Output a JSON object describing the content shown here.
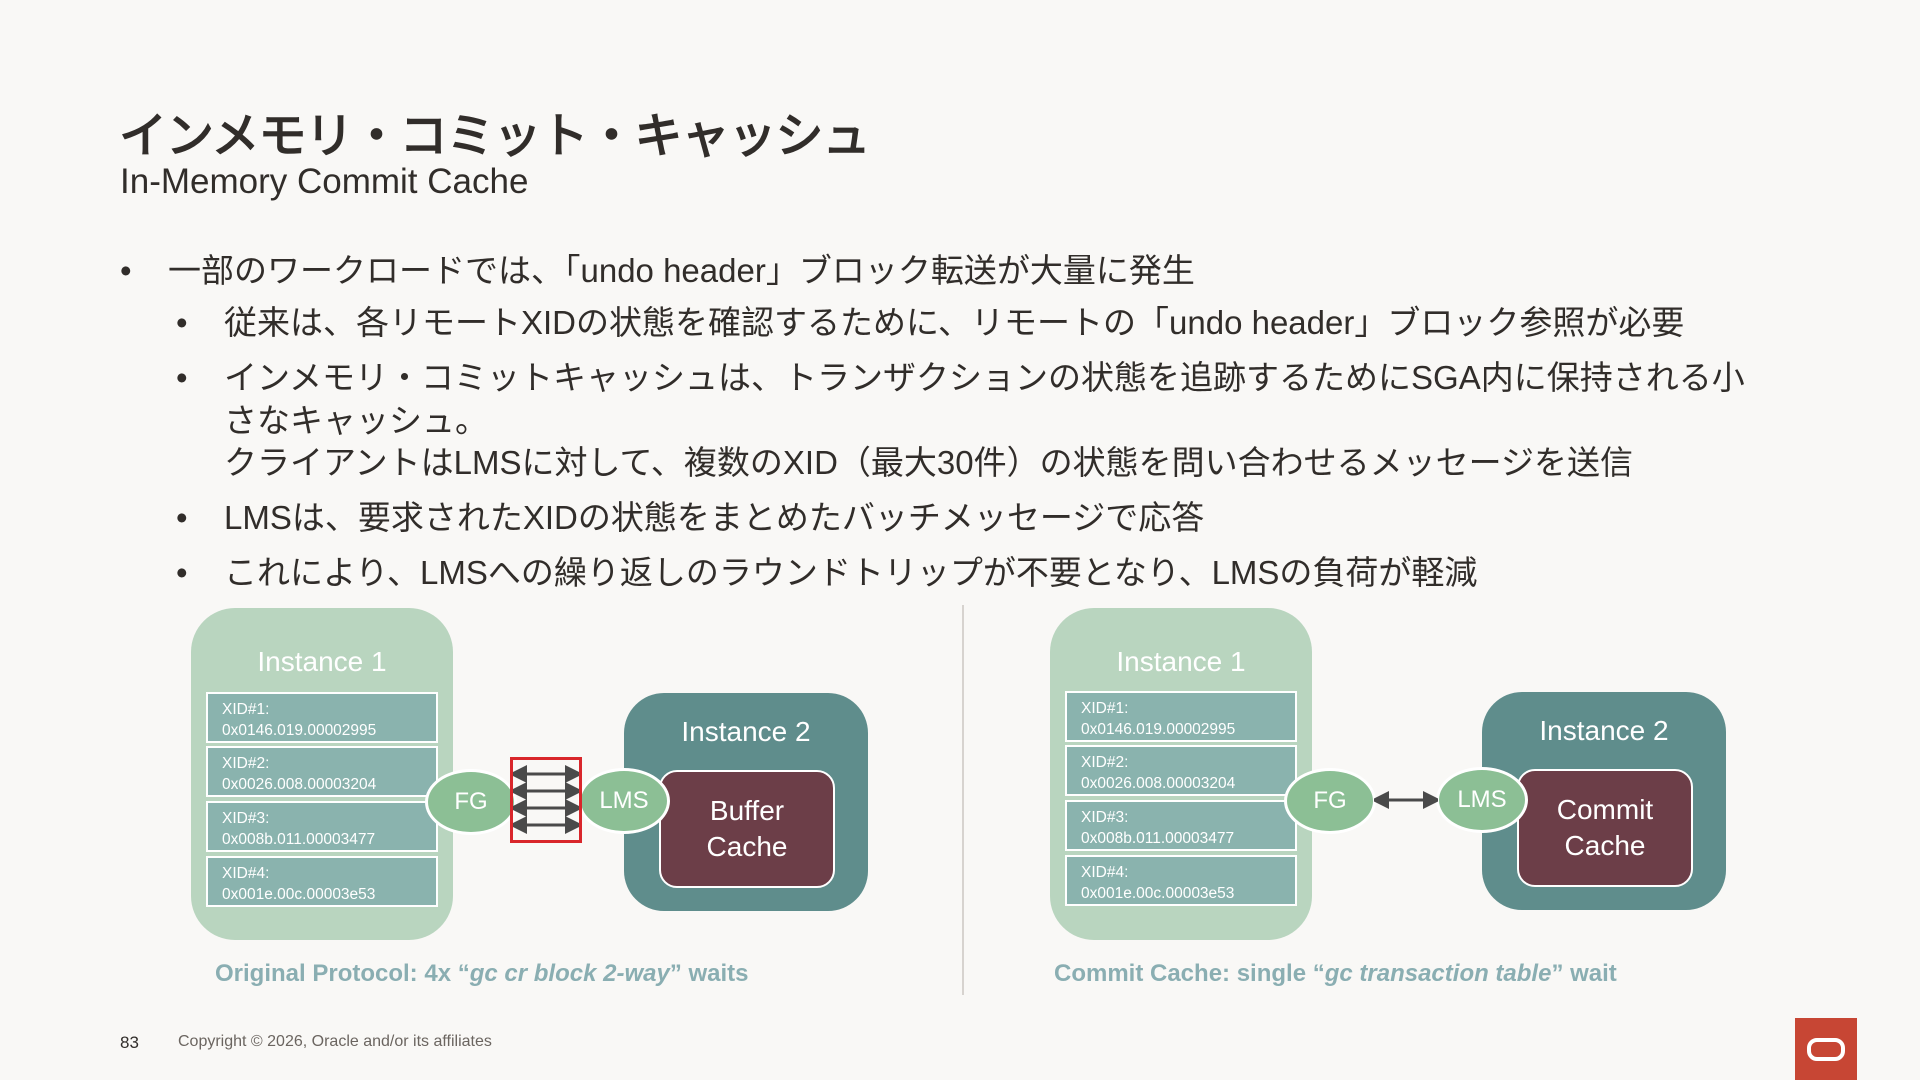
{
  "title": "インメモリ・コミット・キャッシュ",
  "subtitle": "In-Memory Commit Cache",
  "bullets": {
    "main": "一部のワークロードでは、「undo header」ブロック転送が大量に発生",
    "subs": [
      [
        "従来は、各リモートXIDの状態を確認するために、リモートの「undo header」ブロック参照が必要"
      ],
      [
        "インメモリ・コミットキャッシュは、トランザクションの状態を追跡するためにSGA内に保持される小さなキャッシュ。",
        "クライアントはLMSに対して、複数のXID（最大30件）の状態を問い合わせるメッセージを送信"
      ],
      [
        "LMSは、要求されたXIDの状態をまとめたバッチメッセージで応答"
      ],
      [
        "これにより、LMSへの繰り返しのラウンドトリップが不要となり、LMSの負荷が軽減"
      ]
    ]
  },
  "bullet_char": "•",
  "diagrams": [
    {
      "instance1": "Instance 1",
      "xids": [
        {
          "label": "XID#1:",
          "value": "0x0146.019.00002995"
        },
        {
          "label": "XID#2:",
          "value": "0x0026.008.00003204"
        },
        {
          "label": "XID#3:",
          "value": "0x008b.011.00003477"
        },
        {
          "label": "XID#4:",
          "value": "0x001e.00c.00003e53"
        }
      ],
      "fg": "FG",
      "lms": "LMS",
      "instance2": "Instance 2",
      "cache_line1": "Buffer",
      "cache_line2": "Cache",
      "caption_pre": "Original Protocol: 4x “",
      "caption_em": "gc cr block 2-way",
      "caption_post": "” waits"
    },
    {
      "instance1": "Instance 1",
      "xids": [
        {
          "label": "XID#1:",
          "value": "0x0146.019.00002995"
        },
        {
          "label": "XID#2:",
          "value": "0x0026.008.00003204"
        },
        {
          "label": "XID#3:",
          "value": "0x008b.011.00003477"
        },
        {
          "label": "XID#4:",
          "value": "0x001e.00c.00003e53"
        }
      ],
      "fg": "FG",
      "lms": "LMS",
      "instance2": "Instance 2",
      "cache_line1": "Commit",
      "cache_line2": "Cache",
      "caption_pre": "Commit Cache: single “",
      "caption_em": "gc transaction table",
      "caption_post": "” wait"
    }
  ],
  "footer": {
    "page_number": "83",
    "copyright": "Copyright © 2026, Oracle and/or its affiliates",
    "logo": "oracle-logo-icon"
  },
  "colors": {
    "background": "#f9f8f6",
    "instance1": "#b9d5bf",
    "instance2": "#5f8d8c",
    "xid_box": "#8ab3ae",
    "cache": "#6c3e48",
    "ellipse": "#8cbf95",
    "caption": "#8aaeb2",
    "highlight": "#d9262b",
    "logo": "#c74634"
  }
}
